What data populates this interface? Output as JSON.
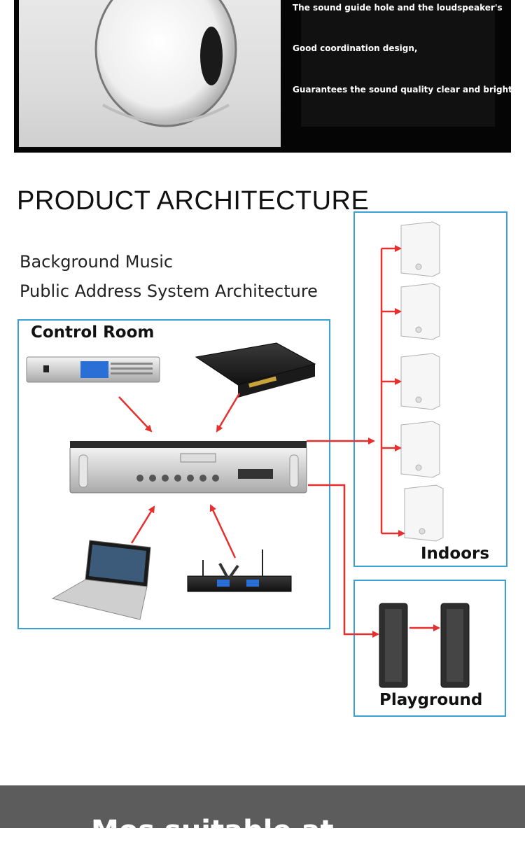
{
  "banner": {
    "lines": [
      "The sound guide hole and the loudspeaker's",
      "Good coordination design,",
      "Guarantees the sound quality clear and bright"
    ]
  },
  "architecture": {
    "heading": "PRODUCT ARCHITECTURE",
    "subtitle_1": "Background Music",
    "subtitle_2": "Public Address System Architecture",
    "control_room_label": "Control Room",
    "indoors_label": "Indoors",
    "playground_label": "Playground"
  },
  "footer": {
    "text": "Mos    suitable       at"
  },
  "colors": {
    "arrow": "#e63030",
    "box_border": "#3aa0d6",
    "footer_bg": "#5c5c5c"
  }
}
